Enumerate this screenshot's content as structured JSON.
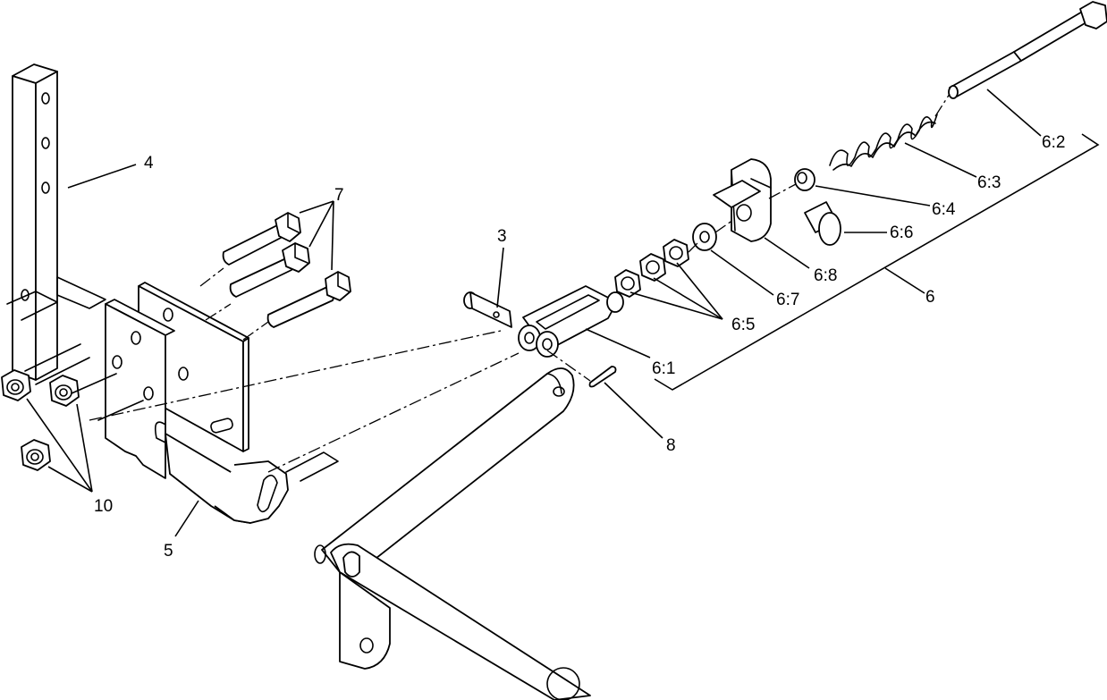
{
  "callouts": {
    "c4": "4",
    "c7": "7",
    "c10": "10",
    "c5": "5",
    "c3": "3",
    "c8": "8",
    "c6_1": "6:1",
    "c6_2": "6:2",
    "c6_3": "6:3",
    "c6_4": "6:4",
    "c6_5": "6:5",
    "c6_6": "6:6",
    "c6_7": "6:7",
    "c6_8": "6:8",
    "c6": "6"
  }
}
